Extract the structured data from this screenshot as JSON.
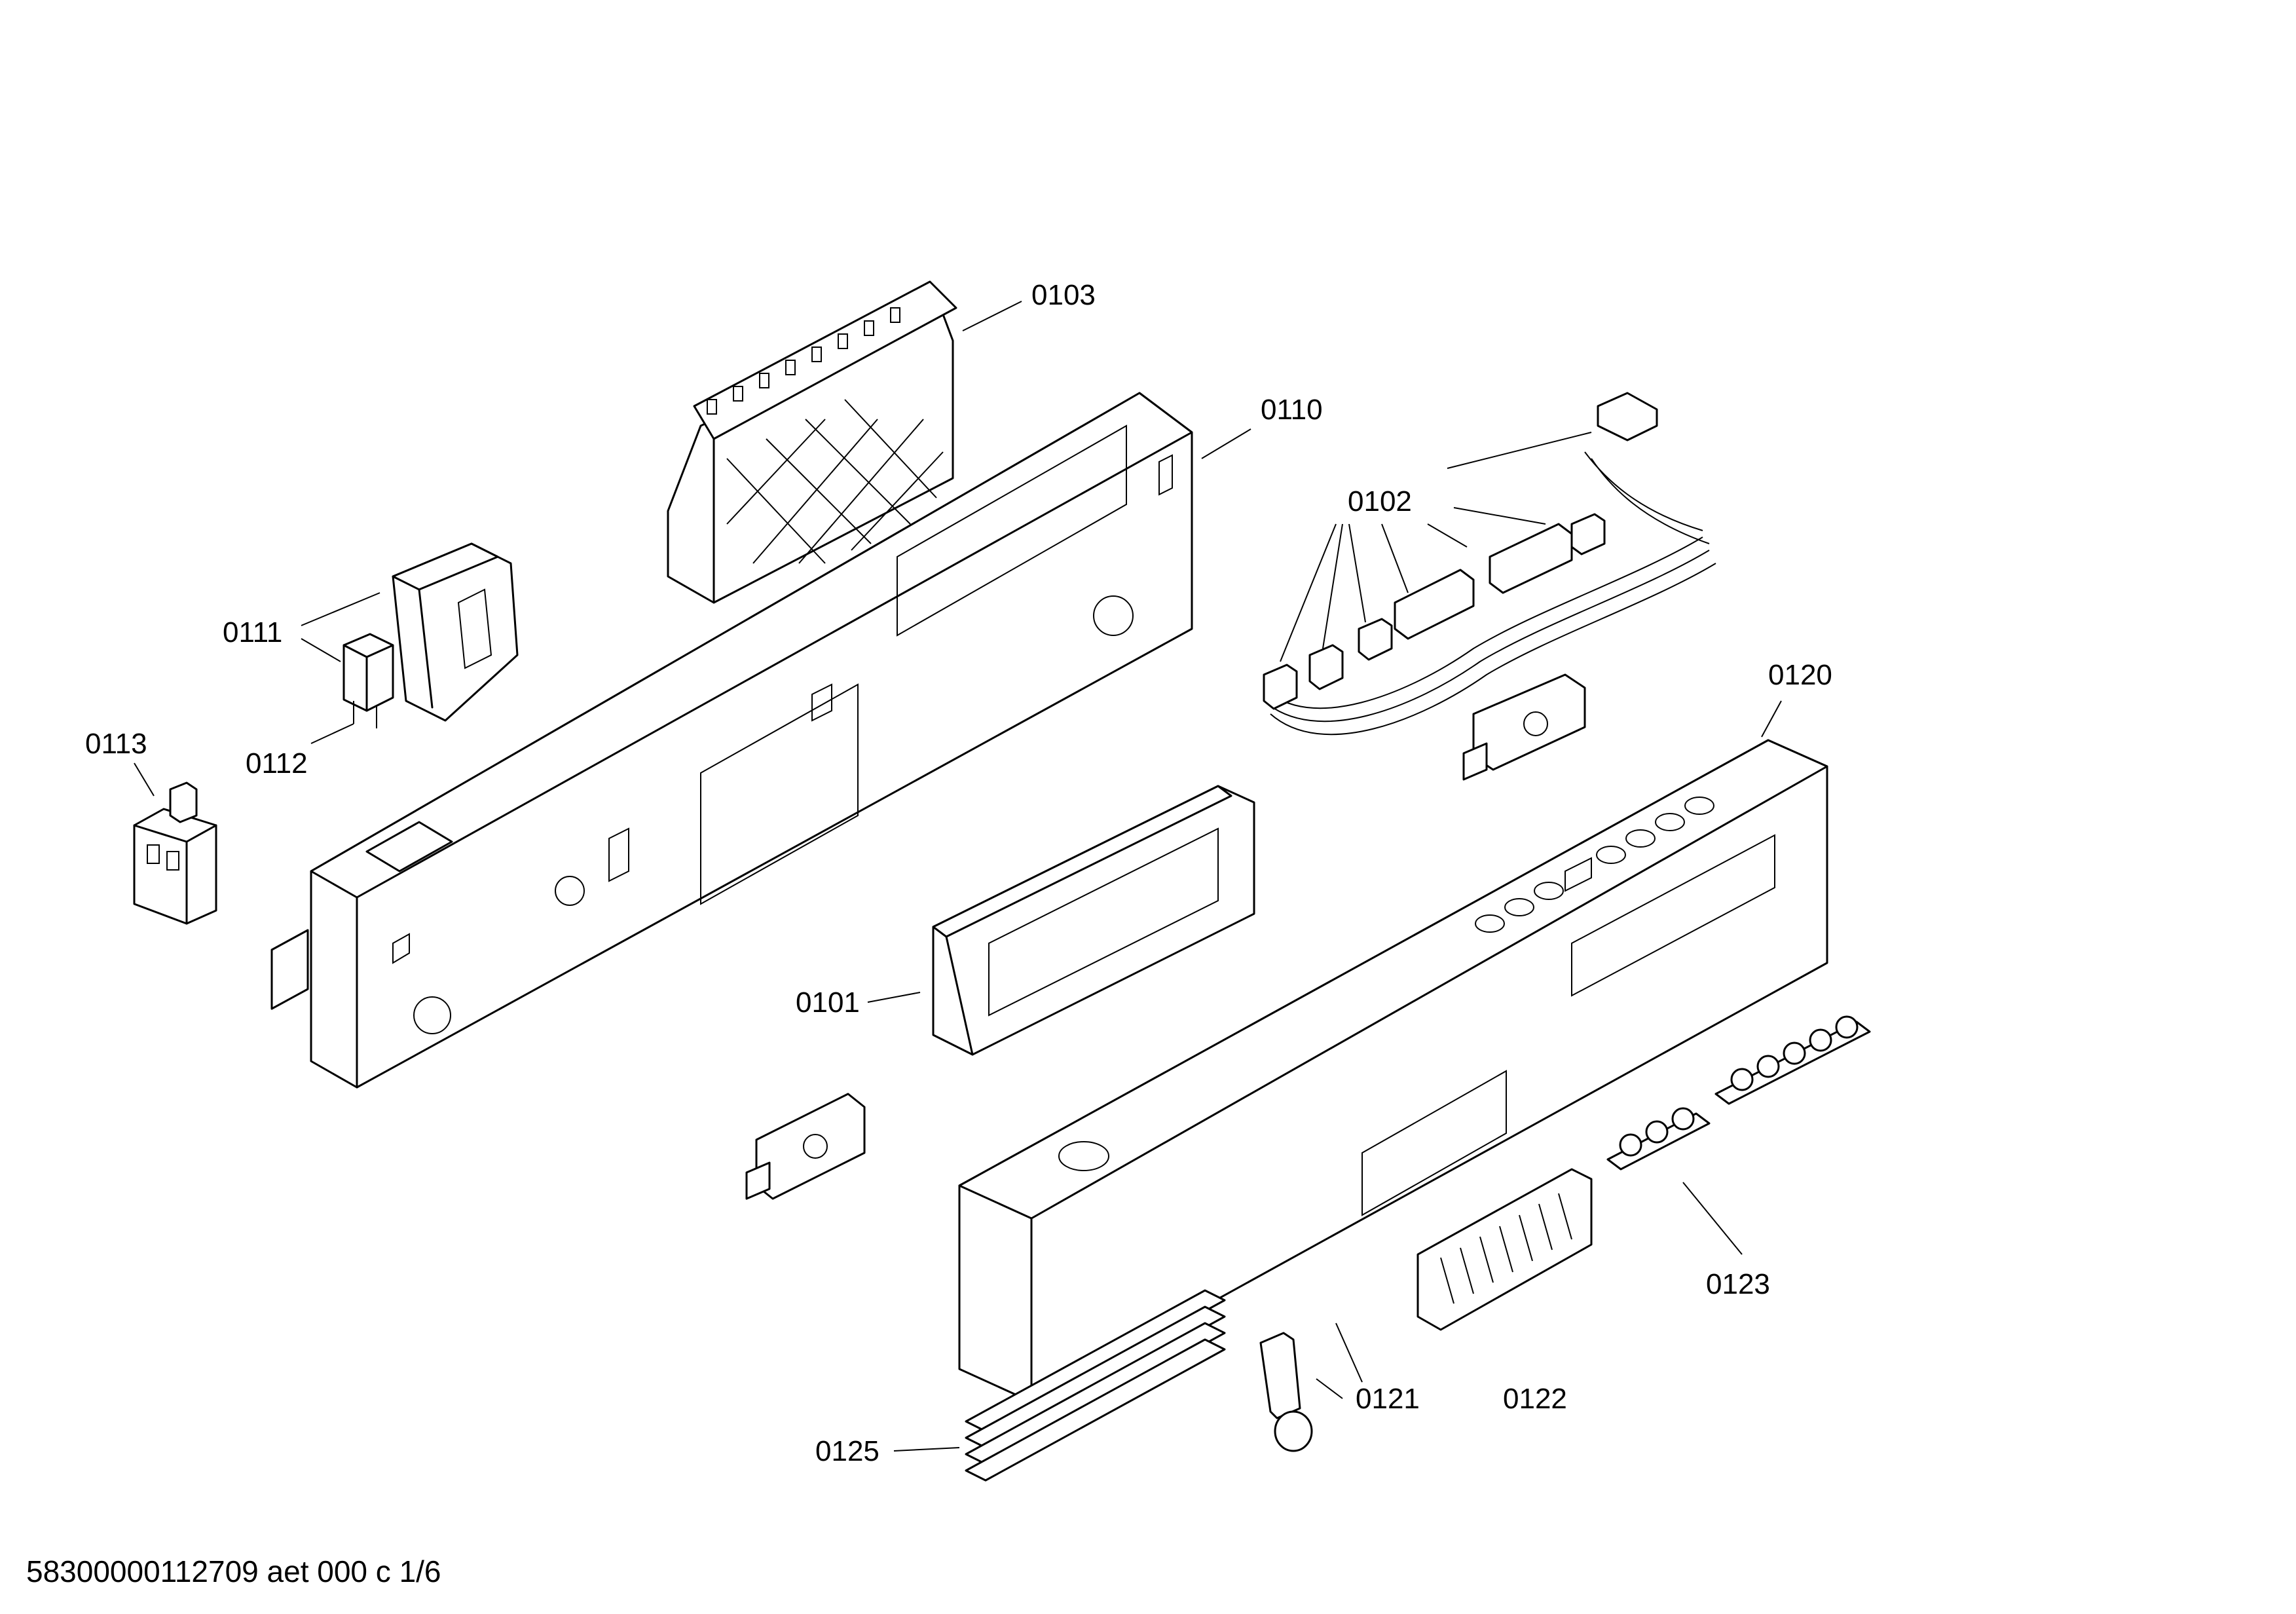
{
  "parts": [
    {
      "id": "p0103",
      "label": "0103"
    },
    {
      "id": "p0110",
      "label": "0110"
    },
    {
      "id": "p0102",
      "label": "0102"
    },
    {
      "id": "p0111",
      "label": "0111"
    },
    {
      "id": "p0112",
      "label": "0112"
    },
    {
      "id": "p0113",
      "label": "0113"
    },
    {
      "id": "p0120",
      "label": "0120"
    },
    {
      "id": "p0101",
      "label": "0101"
    },
    {
      "id": "p0123",
      "label": "0123"
    },
    {
      "id": "p0121",
      "label": "0121"
    },
    {
      "id": "p0122",
      "label": "0122"
    },
    {
      "id": "p0125",
      "label": "0125"
    }
  ],
  "footer": {
    "document_code": "58300000112709 aet 000 c 1/6"
  }
}
